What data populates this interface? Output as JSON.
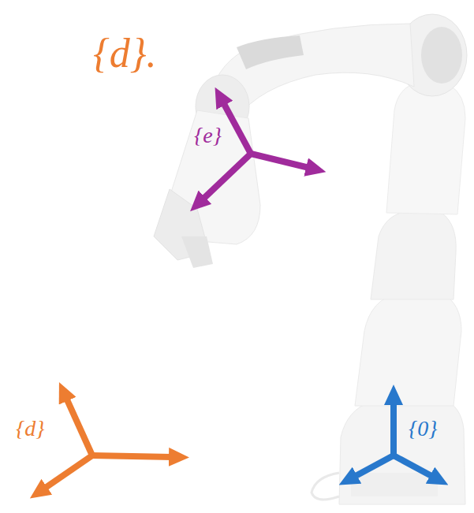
{
  "diagram": {
    "labels": [
      "{d}.",
      "{e}",
      "{d}",
      "{0}"
    ]
  }
}
